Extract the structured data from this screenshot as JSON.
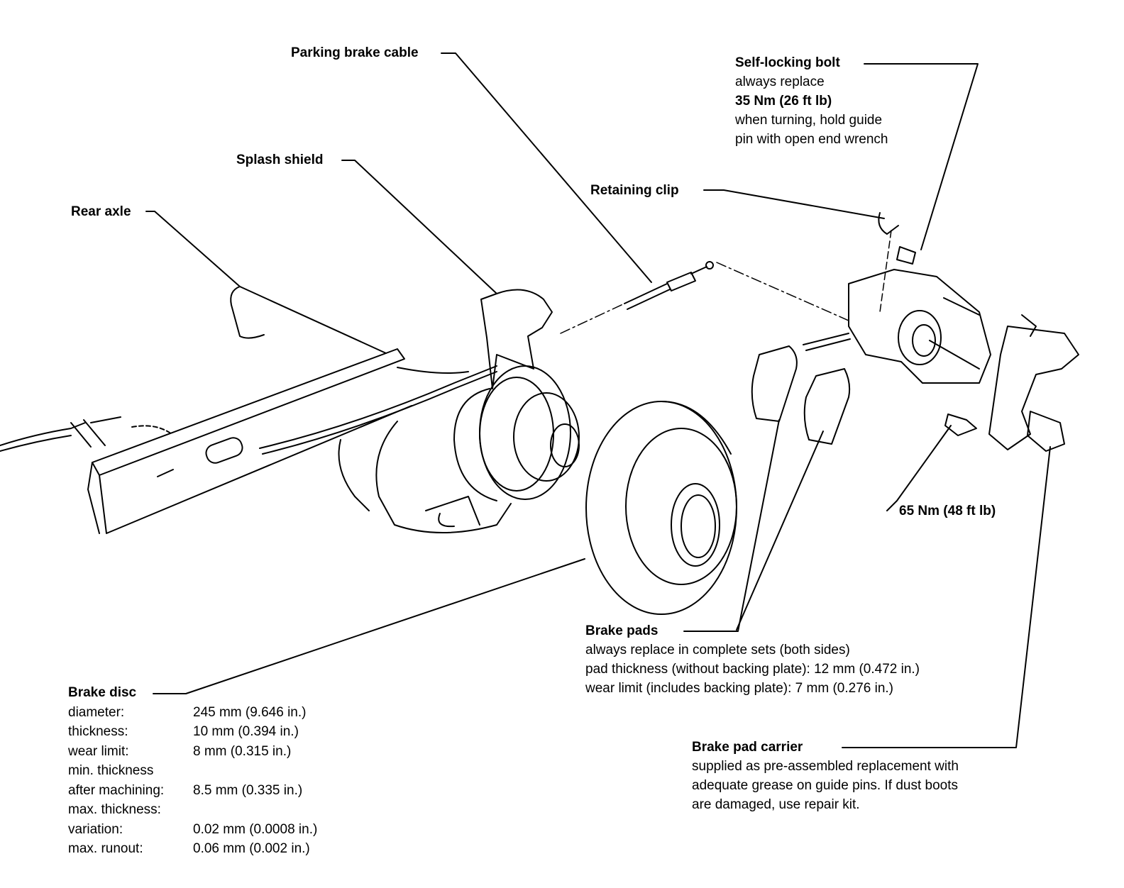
{
  "labels": {
    "parking_brake_cable": "Parking brake cable",
    "splash_shield": "Splash shield",
    "rear_axle": "Rear axle",
    "retaining_clip": "Retaining clip",
    "torque_65": "65 Nm (48 ft lb)"
  },
  "self_locking_bolt": {
    "title": "Self-locking bolt",
    "line1": "always replace",
    "torque": "35 Nm (26 ft lb)",
    "line3": "when turning, hold guide",
    "line4": "pin with open end wrench"
  },
  "brake_pads": {
    "title": "Brake pads",
    "line1": "always replace in complete sets (both sides)",
    "line2": "pad thickness (without backing plate): 12 mm (0.472 in.)",
    "line3": "wear limit (includes backing plate): 7 mm (0.276 in.)"
  },
  "brake_pad_carrier": {
    "title": "Brake pad carrier",
    "line1": "supplied as pre-assembled replacement with",
    "line2": "adequate grease on guide pins. If dust boots",
    "line3": "are damaged, use repair kit."
  },
  "brake_disc": {
    "title": "Brake disc",
    "rows": [
      {
        "k": "diameter:",
        "v": "245 mm (9.646 in.)"
      },
      {
        "k": "thickness:",
        "v": "10 mm (0.394 in.)"
      },
      {
        "k": "wear limit:",
        "v": "8 mm (0.315 in.)"
      },
      {
        "k": "min. thickness",
        "v": ""
      },
      {
        "k": "after machining:",
        "v": "8.5 mm (0.335 in.)"
      },
      {
        "k": "max. thickness:",
        "v": ""
      },
      {
        "k": "variation:",
        "v": "0.02 mm (0.0008 in.)"
      },
      {
        "k": "max. runout:",
        "v": "0.06 mm (0.002 in.)"
      }
    ]
  }
}
